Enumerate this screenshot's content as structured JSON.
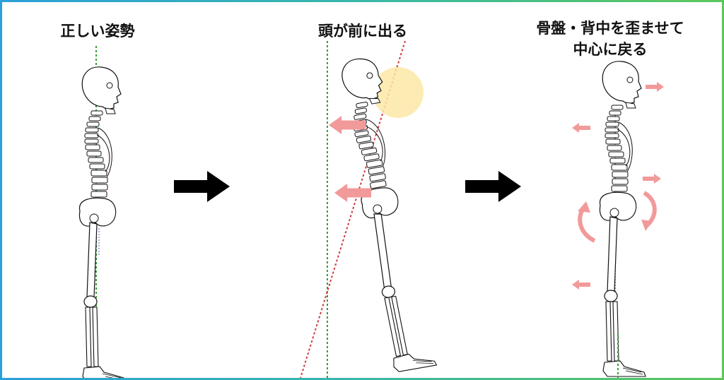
{
  "panels": [
    {
      "title": "正しい姿勢"
    },
    {
      "title": "頭が前に出る"
    },
    {
      "title_line1": "骨盤・背中を歪ませて",
      "title_line2": "中心に戻る"
    }
  ],
  "colors": {
    "frame_left": "#2b9fd9",
    "frame_right": "#5cc85a",
    "green_line": "#3a9a3a",
    "red_line": "#d23a3a",
    "blue_line": "#5a5ad0",
    "pink_arrow": "#f2999a",
    "black_arrow": "#000000",
    "head_highlight": "#fbe8a6"
  }
}
